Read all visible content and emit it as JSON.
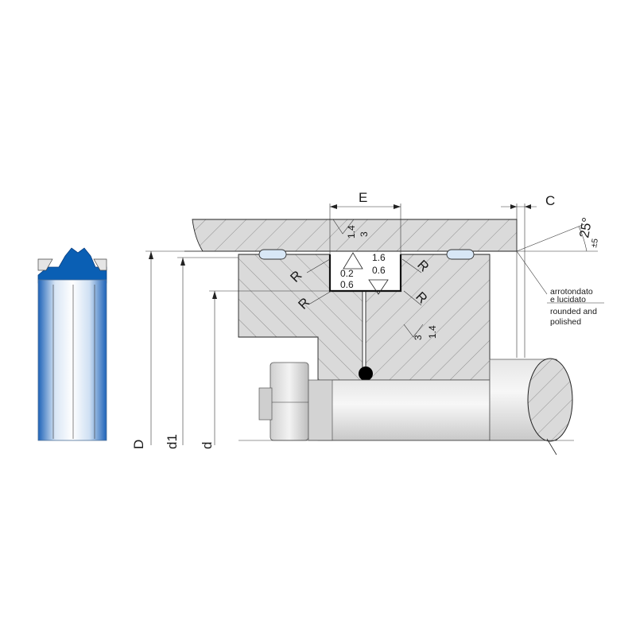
{
  "dimensions": {
    "D": "D",
    "d1": "d1",
    "d": "d",
    "E": "E",
    "C": "C",
    "R": "R"
  },
  "angle": {
    "value": "25°",
    "tolerance": "±5"
  },
  "roughness": {
    "top_a": "1.4",
    "top_b": "3",
    "left_a": "0.2",
    "left_b": "0.6",
    "right_a": "1.6",
    "right_b": "0.6",
    "bottom_a": "3",
    "bottom_b": "1.4"
  },
  "note": {
    "line1": "arrotondato",
    "line2": "e lucidato",
    "line3": "rounded and",
    "line4": "polished"
  },
  "colors": {
    "seal_blue": "#0a5fb4",
    "metal_grey": "#d6d6d6",
    "line": "#222222"
  }
}
